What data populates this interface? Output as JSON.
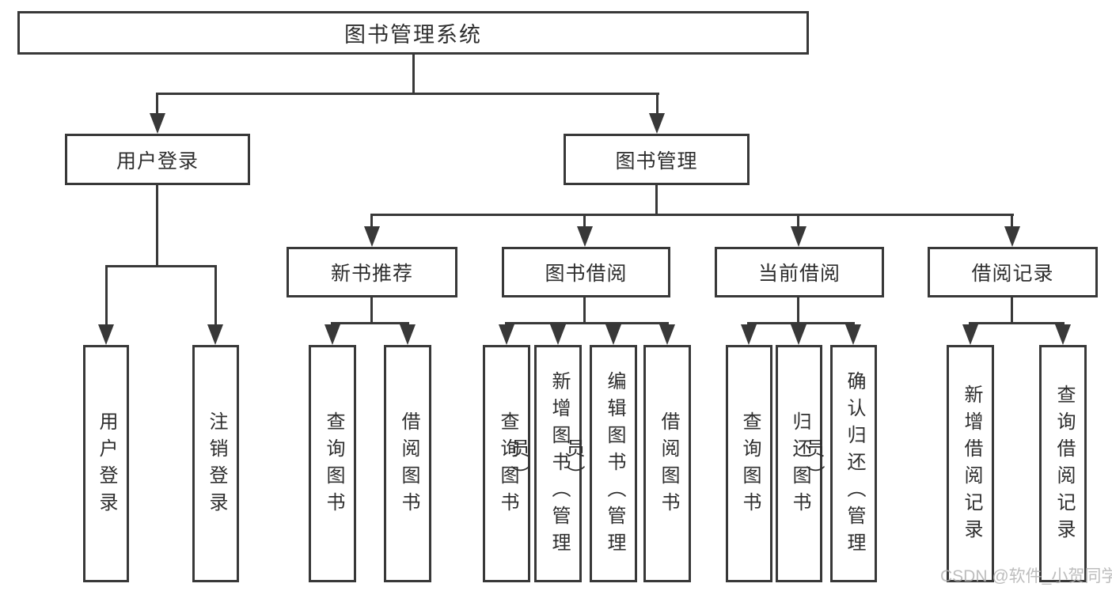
{
  "tree": {
    "root": {
      "label": "图书管理系统",
      "children": [
        {
          "label": "用户登录",
          "children": [
            {
              "label": "用户登录"
            },
            {
              "label": "注销登录"
            }
          ]
        },
        {
          "label": "图书管理",
          "children": [
            {
              "label": "新书推荐",
              "children": [
                {
                  "label": "查询图书"
                },
                {
                  "label": "借阅图书"
                }
              ]
            },
            {
              "label": "图书借阅",
              "children": [
                {
                  "label": "查询图书"
                },
                {
                  "label": "新增图书（管理员）"
                },
                {
                  "label": "编辑图书（管理员）"
                },
                {
                  "label": "借阅图书"
                }
              ]
            },
            {
              "label": "当前借阅",
              "children": [
                {
                  "label": "查询图书"
                },
                {
                  "label": "归还图书"
                },
                {
                  "label": "确认归还（管理员）"
                }
              ]
            },
            {
              "label": "借阅记录",
              "children": [
                {
                  "label": "新增借阅记录"
                },
                {
                  "label": "查询借阅记录"
                }
              ]
            }
          ]
        }
      ]
    }
  },
  "watermark": {
    "text": "CSDN @软件_小贺同学"
  },
  "colors": {
    "line": "#383838",
    "text": "#2e2e2e",
    "watermark": "#b2b2b2",
    "background": "#ffffff"
  }
}
